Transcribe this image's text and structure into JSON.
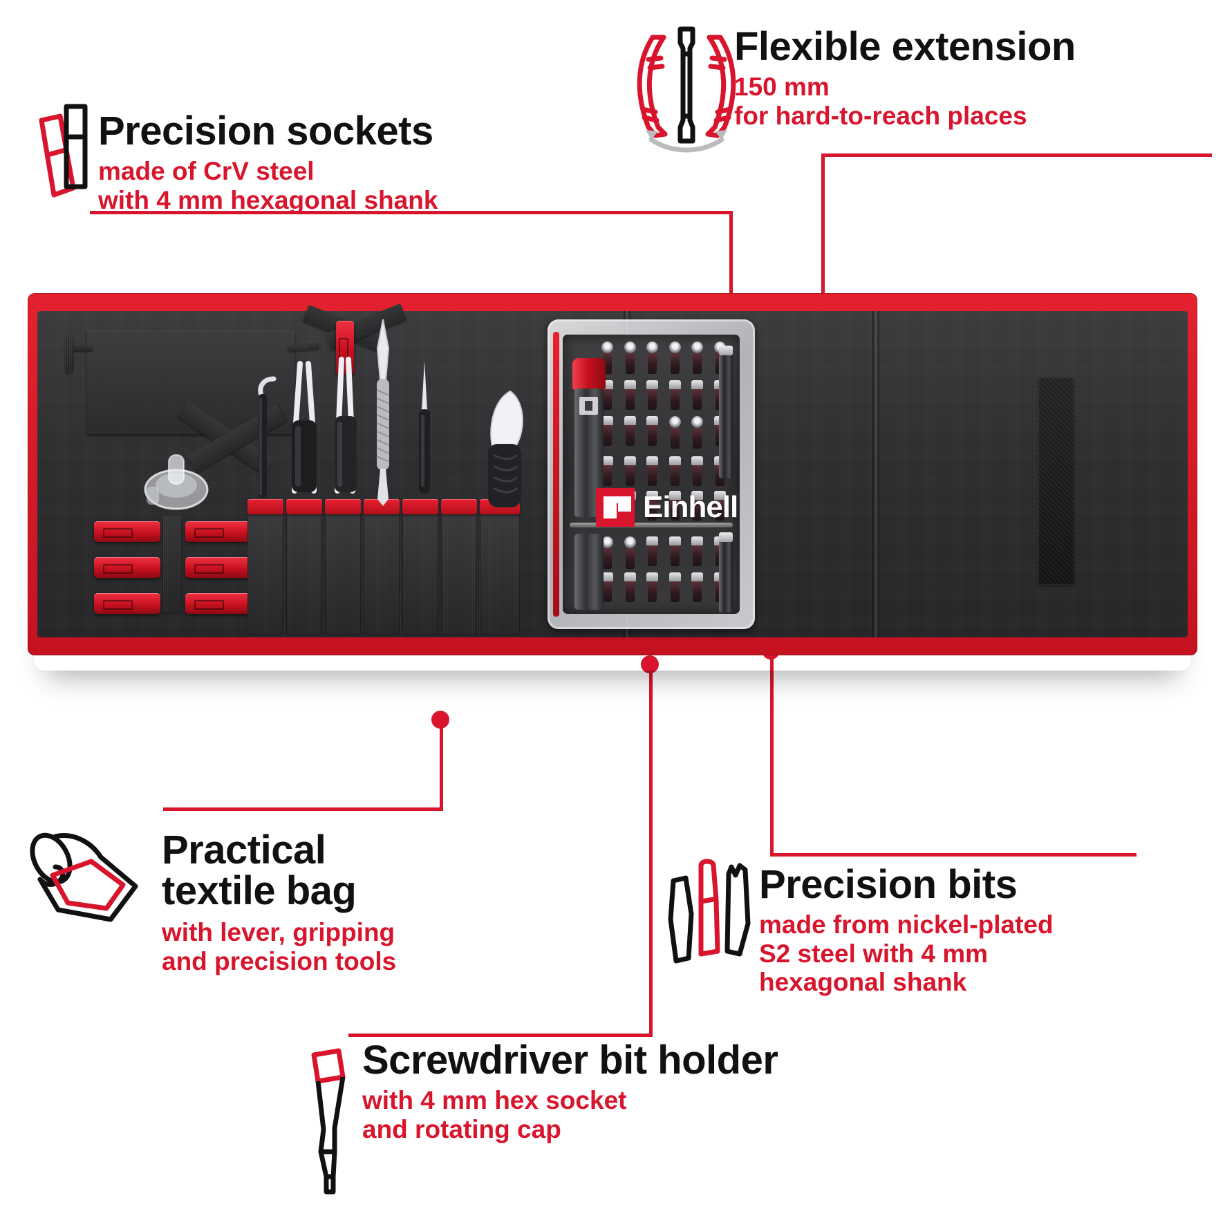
{
  "brand": {
    "name": "Einhell",
    "accent_red": "#d8152c",
    "text_black": "#111111"
  },
  "callouts": [
    {
      "id": "precision-sockets",
      "title": "Precision sockets",
      "body_lines": [
        "made of CrV steel",
        "with 4 mm hexagonal shank"
      ],
      "icon": "socket-pair-icon"
    },
    {
      "id": "flexible-extension",
      "title": "Flexible extension",
      "body_lines": [
        "150 mm",
        "for hard-to-reach places"
      ],
      "icon": "flexible-shaft-icon"
    },
    {
      "id": "practical-textile-bag",
      "title_lines": [
        "Practical",
        "textile bag"
      ],
      "title": "Practical textile bag",
      "body_lines": [
        "with lever, gripping",
        "and precision tools"
      ],
      "icon": "rolled-bag-icon"
    },
    {
      "id": "precision-bits",
      "title": "Precision bits",
      "body_lines": [
        "made from nickel-plated",
        "S2 steel with 4 mm",
        "hexagonal shank"
      ],
      "icon": "bit-trio-icon"
    },
    {
      "id": "screwdriver-bit-holder",
      "title": "Screwdriver bit holder",
      "body_lines": [
        "with 4 mm hex socket",
        "and rotating cap"
      ],
      "icon": "screwdriver-icon"
    }
  ],
  "product": {
    "type": "roll-up textile tool bag",
    "case_logo": "Einhell",
    "binding_color": "#d8152c",
    "canvas_color": "#2e2e30"
  }
}
